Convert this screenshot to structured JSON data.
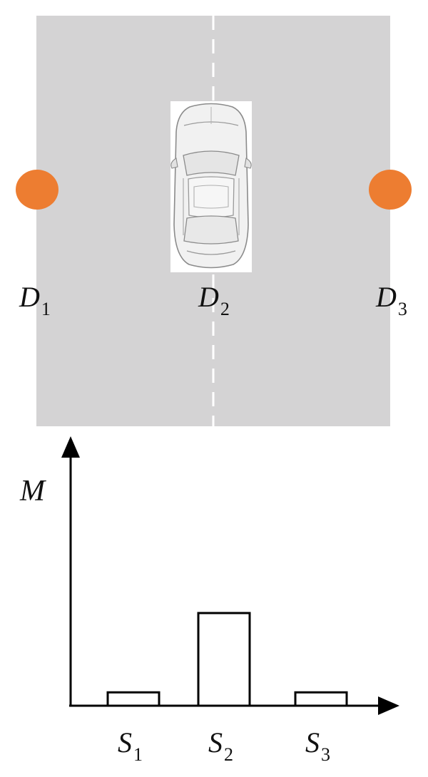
{
  "road": {
    "color": "#d4d3d4",
    "lane_marking_color": "#ffffff",
    "detector_color": "#ed7d31",
    "detectors": [
      {
        "base": "D",
        "sub": "1"
      },
      {
        "base": "D",
        "sub": "2"
      },
      {
        "base": "D",
        "sub": "3"
      }
    ],
    "vehicle_icon": "car-top-view-icon"
  },
  "chart_data": {
    "type": "bar",
    "categories": [
      {
        "base": "S",
        "sub": "1"
      },
      {
        "base": "S",
        "sub": "2"
      },
      {
        "base": "S",
        "sub": "3"
      }
    ],
    "values": [
      1.5,
      10.4,
      1.5
    ],
    "ylabel": "M",
    "ylim": [
      0,
      16
    ],
    "bar_fill": "#ffffff",
    "bar_stroke": "#000000"
  }
}
